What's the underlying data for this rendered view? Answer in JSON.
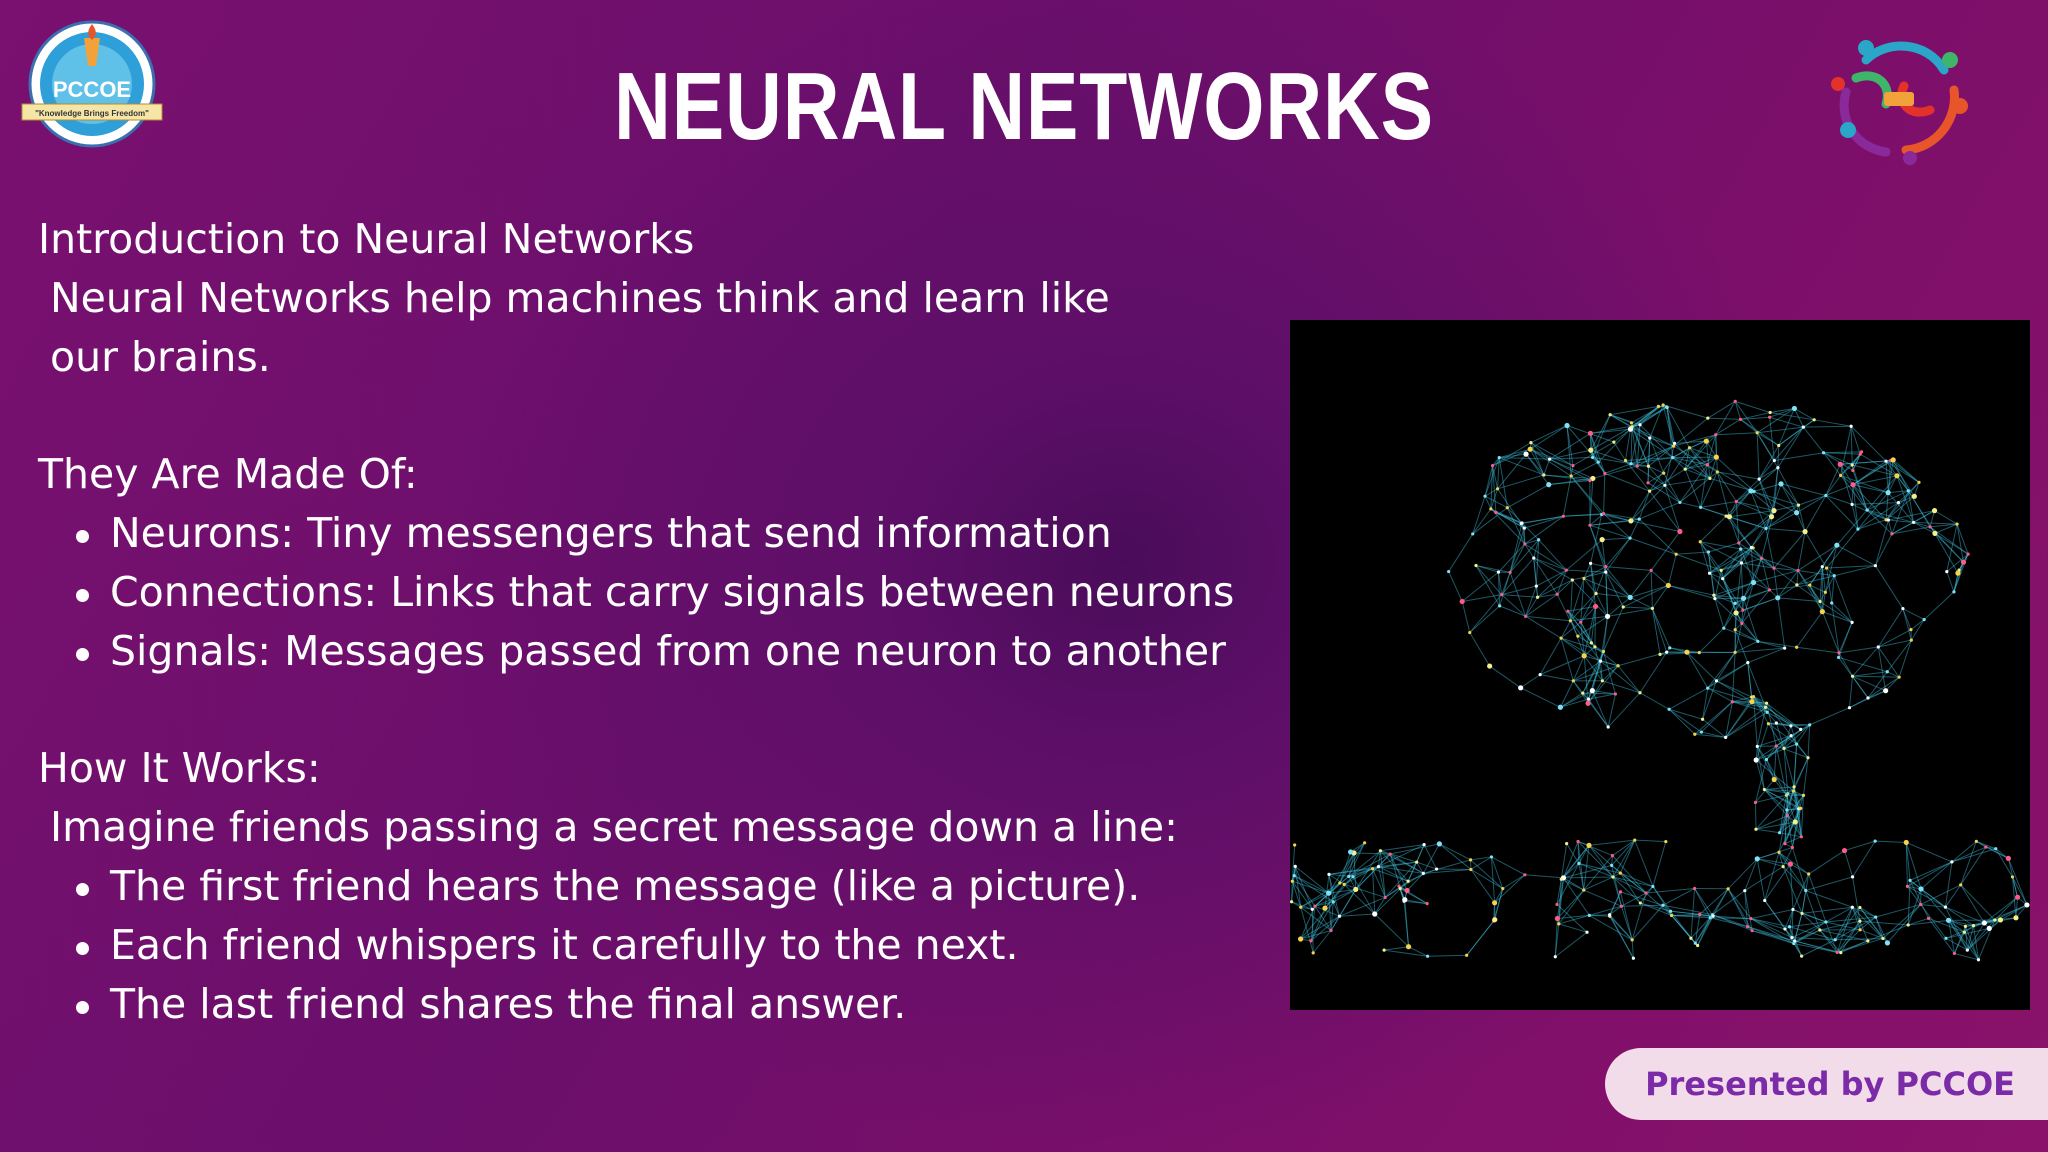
{
  "slide": {
    "title": "NEURAL NETWORKS",
    "logo_left": {
      "icon": "pccoe-seal-icon",
      "text": "PCCOE",
      "motto": "\"Knowledge Brings Freedom\""
    },
    "logo_right": {
      "icon": "people-circle-logo-icon"
    },
    "intro_heading": "Introduction to Neural Networks",
    "intro_line1": "Neural Networks help machines think and learn like",
    "intro_line2": "our brains.",
    "made_of_heading": "They Are Made Of:",
    "made_of_items": [
      "Neurons: Tiny messengers that send information",
      "Connections: Links that carry signals between neurons",
      "Signals: Messages passed from one neuron to another"
    ],
    "works_heading": "How It Works:",
    "works_intro": "Imagine friends passing a secret message down a line:",
    "works_items": [
      "The first friend hears the message (like a picture).",
      "Each friend whispers it carefully to the next.",
      "The last friend shares the final answer."
    ],
    "footer_badge": "Presented by PCCOE",
    "colors": {
      "badge_bg": "#f3dcea",
      "badge_text": "#7b2aa8",
      "network_cyan": "#3fc4e0"
    }
  }
}
